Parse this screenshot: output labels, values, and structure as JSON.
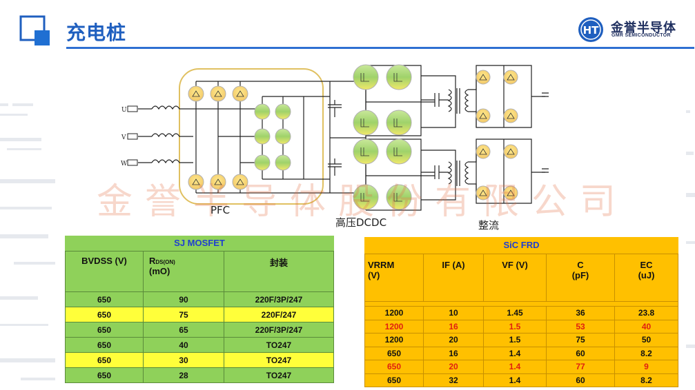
{
  "slide": {
    "title": "充电桩",
    "logo": {
      "name": "金誉半导体",
      "sub": "GMR SEMICONDUCTOR"
    },
    "accent_color": "#1f5fbf"
  },
  "circuit": {
    "inputs": [
      "U",
      "V",
      "W"
    ],
    "labels": {
      "pfc": "PFC",
      "dcdc": "高压DCDC",
      "rect": "整流"
    },
    "watermark": "金誉半导体股份有限公司"
  },
  "sj_table": {
    "title": "SJ MOSFET",
    "headers": [
      "BVDSS  (V)",
      "R",
      "DS(ON)",
      "(mO)",
      "封装"
    ],
    "rows": [
      {
        "v": "650",
        "r": "90",
        "p": "220F/3P/247",
        "hl": false
      },
      {
        "v": "650",
        "r": "75",
        "p": "220F/247",
        "hl": true
      },
      {
        "v": "650",
        "r": "65",
        "p": "220F/3P/247",
        "hl": false
      },
      {
        "v": "650",
        "r": "40",
        "p": "TO247",
        "hl": false
      },
      {
        "v": "650",
        "r": "30",
        "p": "TO247",
        "hl": true
      },
      {
        "v": "650",
        "r": "28",
        "p": "TO247",
        "hl": false
      }
    ]
  },
  "sic_table": {
    "title": "SiC FRD",
    "headers": [
      "VRRM\n(V)",
      "IF  (A)",
      "VF  (V)",
      "C\n(pF)",
      "EC\n(uJ)"
    ],
    "rows": [
      {
        "vrrm": "1200",
        "if": "10",
        "vf": "1.45",
        "c": "36",
        "ec": "23.8",
        "red": false
      },
      {
        "vrrm": "1200",
        "if": "16",
        "vf": "1.5",
        "c": "53",
        "ec": "40",
        "red": true
      },
      {
        "vrrm": "1200",
        "if": "20",
        "vf": "1.5",
        "c": "75",
        "ec": "50",
        "red": false
      },
      {
        "vrrm": "650",
        "if": "16",
        "vf": "1.4",
        "c": "60",
        "ec": "8.2",
        "red": false
      },
      {
        "vrrm": "650",
        "if": "20",
        "vf": "1.4",
        "c": "77",
        "ec": "9",
        "red": true
      },
      {
        "vrrm": "650",
        "if": "32",
        "vf": "1.4",
        "c": "60",
        "ec": "8.2",
        "red": false
      }
    ]
  }
}
